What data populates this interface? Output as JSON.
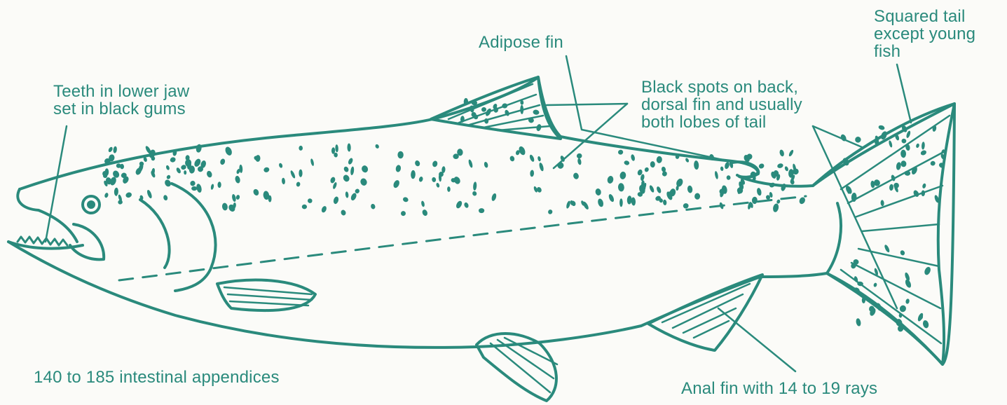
{
  "colors": {
    "ink": "#2a8a7c",
    "paper": "#fbfbf8"
  },
  "labels": {
    "adipose_fin": "Adipose fin",
    "tail": [
      "Squared tail",
      "except young",
      "fish"
    ],
    "teeth": [
      "Teeth in lower jaw",
      "set in black gums"
    ],
    "spots": [
      "Black spots on back,",
      "dorsal fin and usually",
      "both lobes of tail"
    ],
    "intestinal": "140 to 185 intestinal appendices",
    "anal_fin": "Anal fin with 14 to 19 rays"
  }
}
